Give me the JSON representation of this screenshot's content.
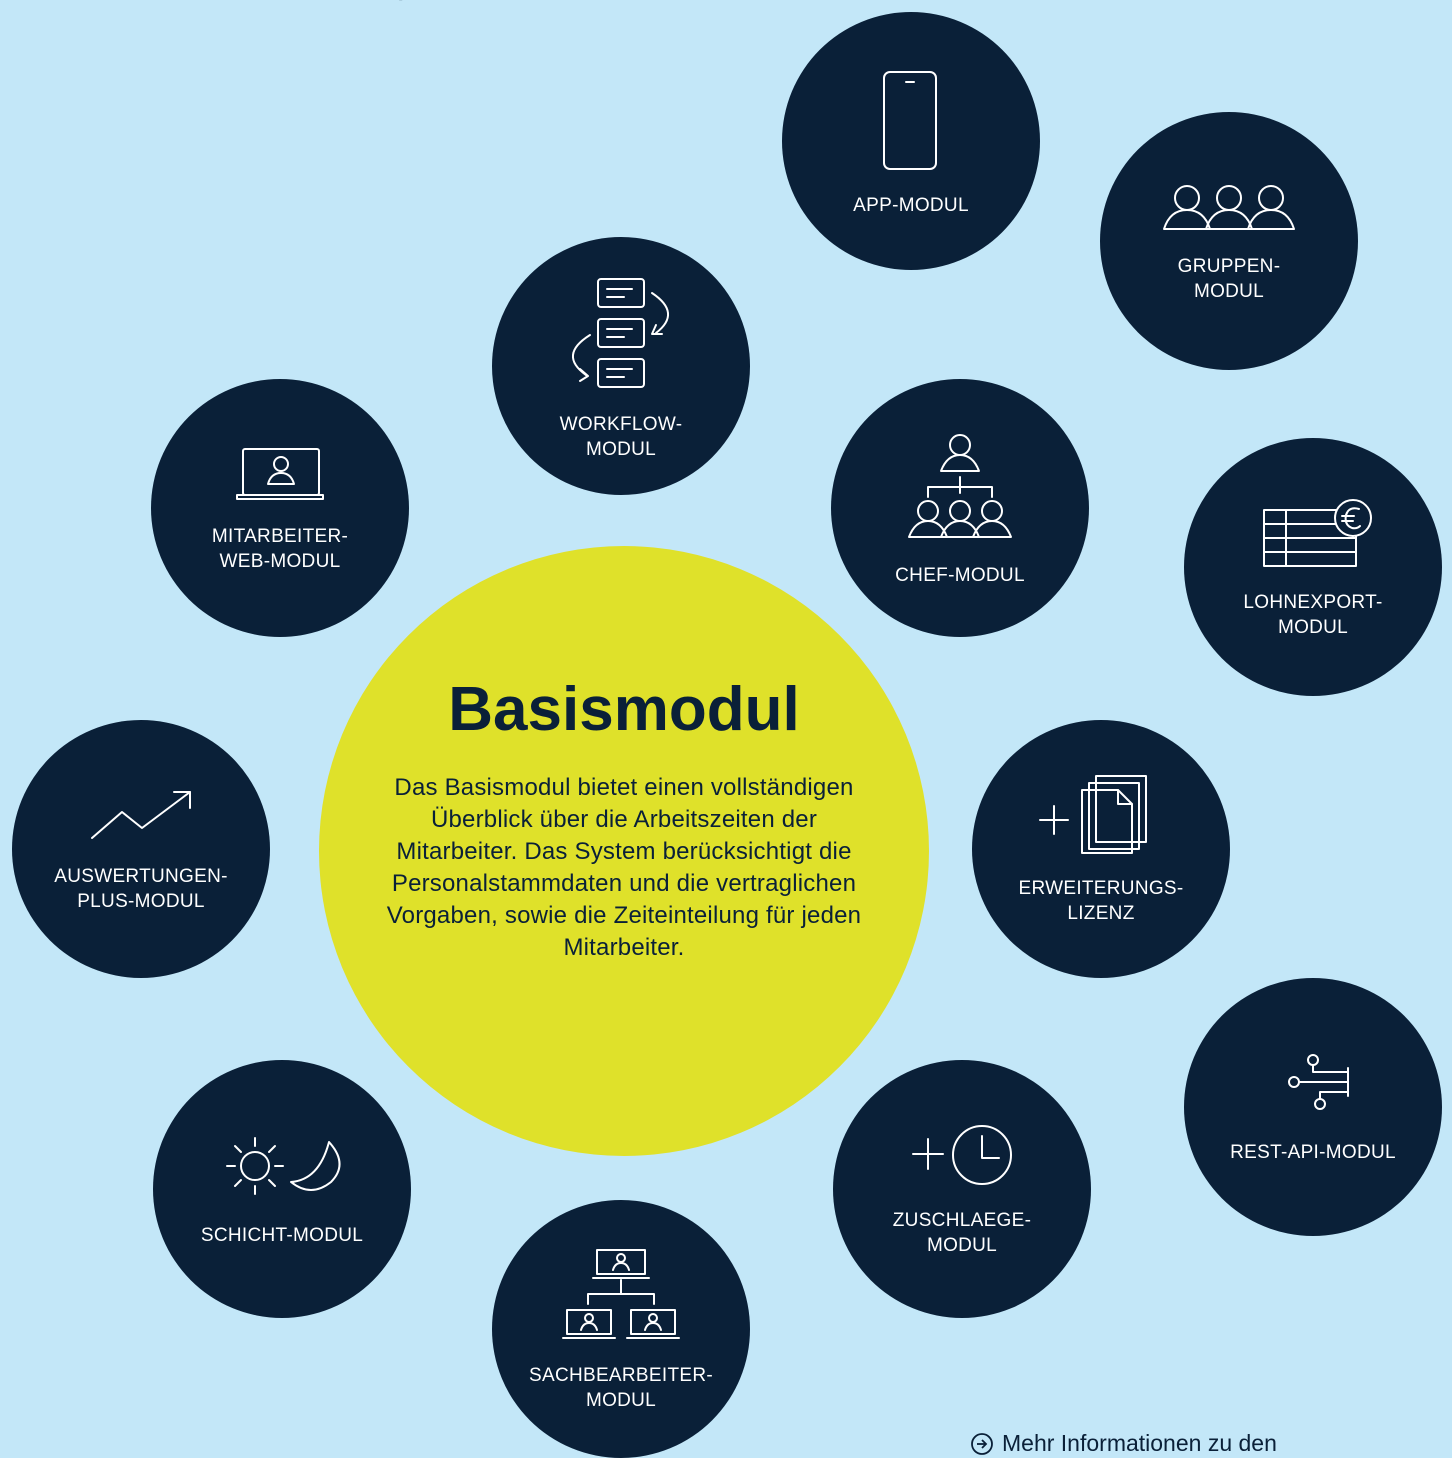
{
  "modules": {
    "app": "APP-MODUL",
    "gruppen": "GRUPPEN-\nMODUL",
    "workflow": "WORKFLOW-\nMODUL",
    "mitarbeiter_web": "MITARBEITER-\nWEB-MODUL",
    "chef": "CHEF-MODUL",
    "lohnexport": "LOHNEXPORT-\nMODUL",
    "auswertungen": "AUSWERTUNGEN-\nPLUS-MODUL",
    "erweiterung": "ERWEITERUNGS-\nLIZENZ",
    "rest_api": "REST-API-MODUL",
    "schicht": "SCHICHT-MODUL",
    "zuschlaege": "ZUSCHLAEGE-\nMODUL",
    "sachbearbeiter": "SACHBEARBEITER-\nMODUL"
  },
  "basis": {
    "title": "Basismodul",
    "text": "Das Basismodul bietet einen vollständigen Überblick über die Arbeitszeiten der Mitarbeiter. Das System berücksichtigt die Personalstammdaten und die vertraglichen Vorgaben, sowie die Zeiteinteilung für jeden Mitarbeiter."
  },
  "footer": {
    "link": "Mehr Informationen zu den"
  },
  "colors": {
    "background": "#c3e7f8",
    "module": "#0a2038",
    "basis": "#dfe12a"
  }
}
